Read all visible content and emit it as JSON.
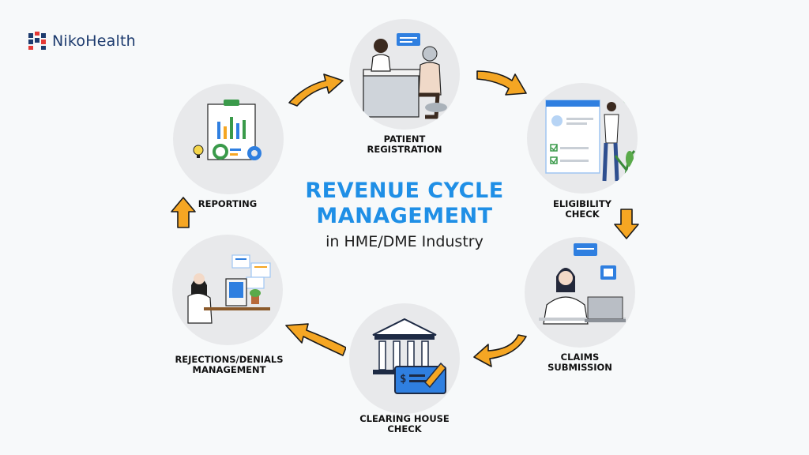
{
  "brand": {
    "name": "NikoHealth"
  },
  "title": {
    "line1": "REVENUE CYCLE",
    "line2": "MANAGEMENT",
    "subtitle": "in HME/DME Industry"
  },
  "steps": [
    {
      "line1": "PATIENT",
      "line2": "REGISTRATION"
    },
    {
      "line1": "ELIGIBILITY",
      "line2": "CHECK"
    },
    {
      "line1": "CLAIMS",
      "line2": "SUBMISSION"
    },
    {
      "line1": "CLEARING HOUSE",
      "line2": "CHECK"
    },
    {
      "line1": "REJECTIONS/DENIALS",
      "line2": "MANAGEMENT"
    },
    {
      "line1": "REPORTING",
      "line2": ""
    }
  ],
  "colors": {
    "title": "#1f8fe6",
    "arrow": "#f5a623",
    "circle": "#e8e9eb",
    "accent": "#2f7fe0"
  },
  "icons": [
    "patient-registration-illustration",
    "eligibility-check-illustration",
    "claims-submission-illustration",
    "clearing-house-illustration",
    "rejections-management-illustration",
    "reporting-illustration"
  ]
}
